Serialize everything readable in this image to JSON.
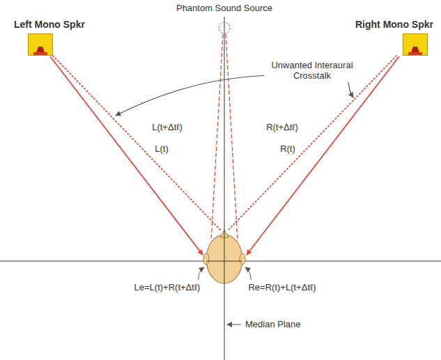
{
  "diagram": {
    "nodes": [
      {
        "text": [
          "Left Mono Spkr"
        ]
      },
      {
        "text": [
          "Right Mono Spkr"
        ]
      }
    ],
    "labels": [
      "Phantom Sound Source",
      "Unwanted Interaural Crosstalk",
      "L(t+Δtℓ)",
      "R(t+Δtℓ)",
      "L(t)",
      "R(t)",
      "Le=L(t)+R(t+Δtℓ)",
      "Re=R(t)+L(t+Δtℓ)",
      "Median Plane"
    ]
  }
}
